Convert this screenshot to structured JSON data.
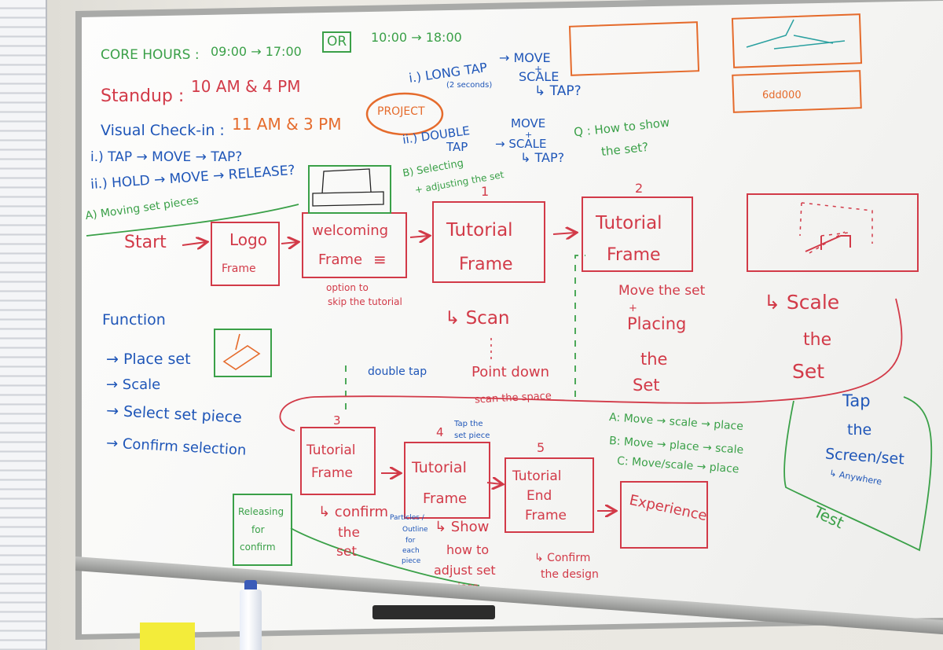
{
  "board": {
    "core_hours": {
      "label": "CORE HOURS :",
      "opt1": "09:00 → 17:00",
      "or": "OR",
      "opt2": "10:00 → 18:00"
    },
    "standup": {
      "label": "Standup :",
      "times": "10 AM & 4 PM"
    },
    "visual_checkin": {
      "label": "Visual Check-in :",
      "times": "11 AM & 3 PM"
    },
    "project_bubble": "PROJECT",
    "moving_pieces": {
      "i": "i.) TAP → MOVE → TAP?",
      "ii": "ii.) HOLD → MOVE → RELEASE?",
      "a": "A) Moving set pieces"
    },
    "long_tap": {
      "label": "i.) LONG TAP",
      "sub": "(2 seconds)",
      "arrow": "→ MOVE",
      "plus": "+",
      "scale": "SCALE",
      "tap": "↳ TAP?"
    },
    "double_tap": {
      "label": "ii.) DOUBLE",
      "label2": "TAP",
      "move": "MOVE",
      "plus": "+",
      "scale": "→ SCALE",
      "tap": "↳ TAP?"
    },
    "b_select": {
      "line1": "B) Selecting",
      "line2": "+ adjusting the set"
    },
    "question": {
      "line1": "Q : How to show",
      "line2": "the set?"
    },
    "flow_top": {
      "start": "Start",
      "logo": "Logo",
      "logo_sub": "Frame",
      "welcome1": "welcoming",
      "welcome2": "Frame",
      "welcome_icon": "≡",
      "option1": "option to",
      "option2": "skip the tutorial",
      "num1": "1",
      "tut1a": "Tutorial",
      "tut1b": "Frame",
      "num2": "2",
      "tut2a": "Tutorial",
      "tut2b": "Frame",
      "scan": "↳ Scan",
      "point_down": "Point down",
      "scan_space": "scan the space",
      "move_set1": "Move the set",
      "move_plus": "+",
      "placing": "Placing",
      "the": "the",
      "set": "Set",
      "scale_set1": "↳ Scale",
      "scale_set2": "the",
      "scale_set3": "Set"
    },
    "function": {
      "title": "Function",
      "items": [
        "→ Place set",
        "→ Scale",
        "→ Select set piece",
        "→ Confirm selection"
      ]
    },
    "double_tap_note": "double tap",
    "options": {
      "a": "A: Move → scale → place",
      "b": "B: Move → place → scale",
      "c": "C: Move/scale → place"
    },
    "tap_screen": {
      "line1": "Tap",
      "line2": "the",
      "line3": "Screen/set",
      "line4": "↳ Anywhere"
    },
    "test": "Test",
    "flow_bottom": {
      "num3": "3",
      "tut3a": "Tutorial",
      "tut3b": "Frame",
      "confirm1": "↳ confirm",
      "confirm2": "the",
      "confirm3": "set",
      "num4": "4",
      "tap_piece1": "Tap the",
      "tap_piece2": "set piece",
      "tut4a": "Tutorial",
      "tut4b": "Frame",
      "particles1": "Particles /",
      "particles2": "Outline",
      "particles3": "for",
      "particles4": "each",
      "particles5": "piece",
      "show1": "↳ Show",
      "show2": "how to",
      "show3": "adjust set",
      "show4": "piece",
      "num5": "5",
      "tut5a": "Tutorial",
      "tut5b": "End",
      "tut5c": "Frame",
      "confirm_design1": "↳ Confirm",
      "confirm_design2": "the design",
      "experience": "Experience"
    },
    "release_note": {
      "line1": "Releasing",
      "line2": "for",
      "line3": "confirm"
    },
    "thumb_text": "6dd000"
  },
  "colors": {
    "red": "#d23a48",
    "blue": "#1f56b8",
    "green": "#3aa048",
    "orange": "#e56b2c",
    "board": "#f7f7f5"
  }
}
